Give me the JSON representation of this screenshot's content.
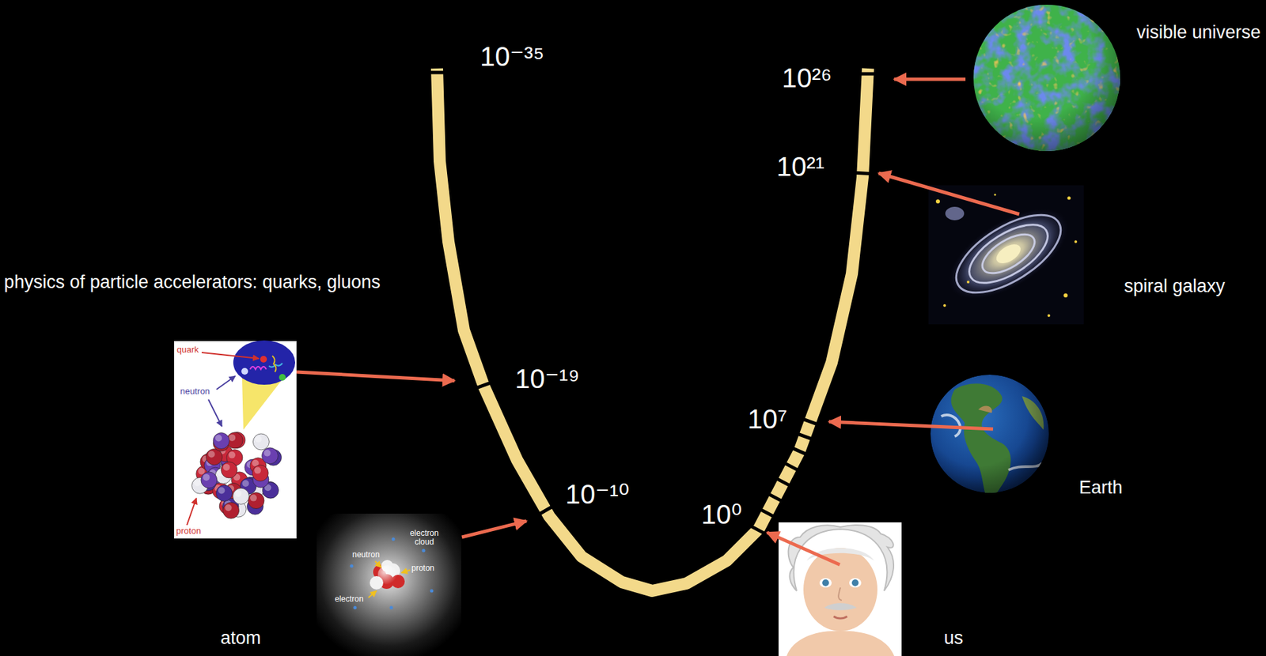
{
  "diagram": {
    "labels": [
      "visible universe",
      "10⁻³⁵",
      "10²⁶",
      "10²¹",
      "spiral galaxy",
      "physics of particle accelerators: quarks, gluons",
      "quark",
      "neutron",
      "10⁻¹⁹",
      "10⁷",
      "Earth",
      "10⁻¹⁰",
      "10⁰",
      "electron cloud",
      "neutron",
      "proton",
      "proton",
      "electron",
      "atom",
      "us"
    ]
  }
}
